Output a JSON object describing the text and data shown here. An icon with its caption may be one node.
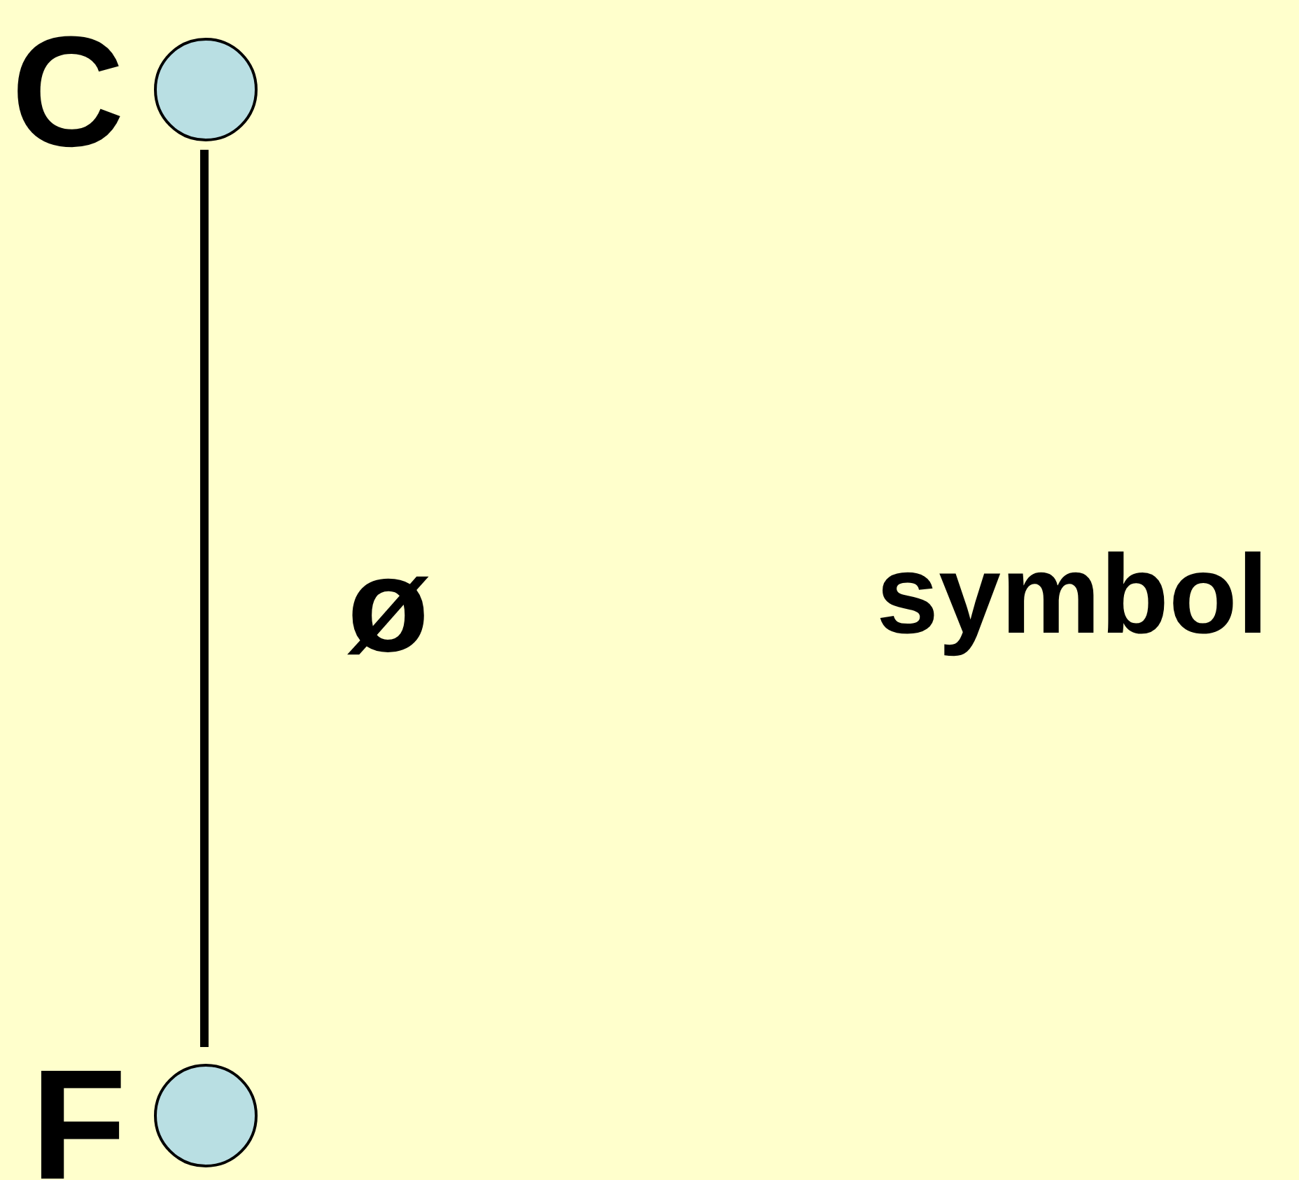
{
  "diagram": {
    "nodes": [
      {
        "text": [],
        "shape": "circle",
        "beside": [
          "C"
        ]
      },
      {
        "text": [],
        "shape": "circle",
        "beside": [
          "F"
        ]
      }
    ],
    "edges": [
      {
        "from": 0,
        "to": 1,
        "arrow": "none"
      }
    ],
    "labels": [
      "ø",
      "symbol"
    ]
  }
}
